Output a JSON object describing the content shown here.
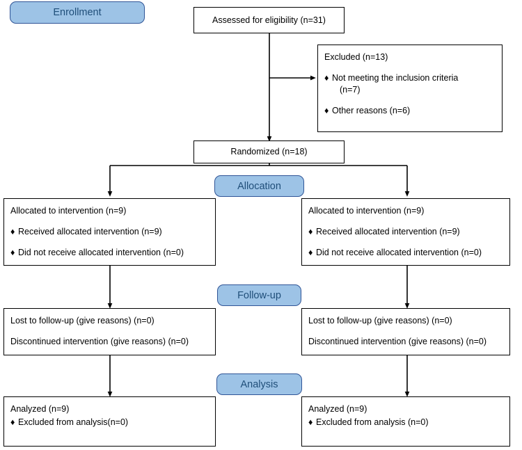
{
  "diagram": {
    "title": "CONSORT participant flow diagram",
    "colors": {
      "stage_fill": "#9DC3E6",
      "stage_border": "#2F5496",
      "stage_text": "#1F4E79",
      "box_border": "#000000",
      "box_fill": "#FFFFFF",
      "connector": "#000000"
    },
    "stages": [
      {
        "label": "Enrollment"
      },
      {
        "label": "Allocation"
      },
      {
        "label": "Follow-up"
      },
      {
        "label": "Analysis"
      }
    ],
    "nodes": {
      "assessed": {
        "text": "Assessed for eligibility (n=31)"
      },
      "excluded": {
        "heading": "Excluded (n=13)",
        "items": [
          {
            "bullet": "♦",
            "text": "Not meeting the inclusion criteria",
            "continuation": "(n=7)"
          },
          {
            "bullet": "♦",
            "text": "Other reasons (n=6)"
          }
        ]
      },
      "randomized": {
        "text": "Randomized (n=18)"
      },
      "allocation_left": {
        "heading": "Allocated to intervention (n=9)",
        "items": [
          {
            "bullet": "♦",
            "text": "Received allocated intervention (n=9)"
          },
          {
            "bullet": "♦",
            "text": "Did not receive allocated intervention (n=0)"
          }
        ]
      },
      "allocation_right": {
        "heading": "Allocated to intervention (n=9)",
        "items": [
          {
            "bullet": "♦",
            "text": "Received allocated intervention (n=9)"
          },
          {
            "bullet": "♦",
            "text": "Did not receive allocated intervention (n=0)"
          }
        ]
      },
      "followup_left": {
        "line1": "Lost to follow-up (give reasons) (n=0)",
        "line2": "Discontinued intervention (give reasons) (n=0)"
      },
      "followup_right": {
        "line1": "Lost to follow-up (give reasons) (n=0)",
        "line2": "Discontinued intervention (give reasons) (n=0)"
      },
      "analysis_left": {
        "heading": "Analyzed (n=9)",
        "items": [
          {
            "bullet": "♦",
            "text": "Excluded from analysis(n=0)"
          }
        ]
      },
      "analysis_right": {
        "heading": "Analyzed (n=9)",
        "items": [
          {
            "bullet": "♦",
            "text": "Excluded from analysis (n=0)"
          }
        ]
      }
    }
  }
}
